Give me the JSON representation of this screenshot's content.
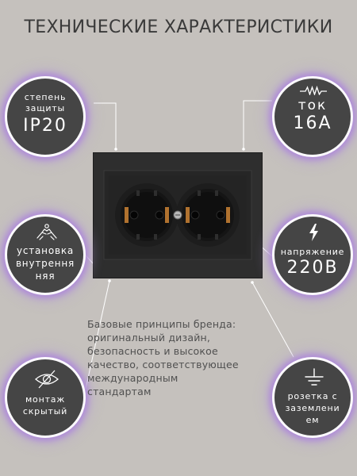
{
  "title": "ТЕХНИЧЕСКИЕ ХАРАКТЕРИСТИКИ",
  "colors": {
    "background": "#c5c1bd",
    "circle_fill": "#454545",
    "circle_glow": "#b08cd7",
    "frame": "#2a2a2a",
    "text": "#505050"
  },
  "specs": {
    "protection": {
      "line1": "степень",
      "line2": "защиты",
      "value": "IP20",
      "icon": ""
    },
    "current": {
      "label": "ток",
      "value": "16А",
      "icon": "resistor-icon"
    },
    "installation": {
      "line1": "установка",
      "line2": "внутрення",
      "line3": "няя",
      "icon": "hands-icon"
    },
    "voltage": {
      "label": "напряжение",
      "value": "220В",
      "icon": "lightning-icon"
    },
    "mounting": {
      "line1": "монтаж",
      "line2": "скрытый",
      "icon": "eye-crossed-icon"
    },
    "grounding": {
      "line1": "розетка с",
      "line2": "заземлени",
      "line3": "ем",
      "icon": "ground-icon"
    }
  },
  "brand": {
    "lines": [
      "Базовые принципы бренда:",
      "оригинальный дизайн,",
      "безопасность и высокое",
      "качество, соответствующее",
      "международным",
      "стандартам"
    ]
  },
  "product": {
    "name": "double-socket-with-grounding"
  }
}
